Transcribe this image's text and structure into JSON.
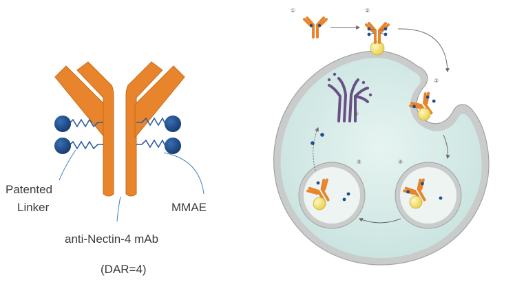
{
  "labels": {
    "linker": [
      "Patented",
      "Linker"
    ],
    "payload": "MMAE",
    "antibody": "anti-Nectin-4 mAb",
    "dar": "(DAR=4)"
  },
  "steps": [
    "①",
    "②",
    "③",
    "④",
    "⑤",
    "⑥"
  ],
  "colors": {
    "antibody": "#e8842c",
    "payload": "#1d4f8f",
    "linker": "#2a5d9e",
    "receptor": "#f3e27a",
    "cytoplasm": "#d6ece8",
    "membrane": "#c9cccb",
    "tubulin": "#6a4f85",
    "leader_line": "#3a7fc4"
  }
}
